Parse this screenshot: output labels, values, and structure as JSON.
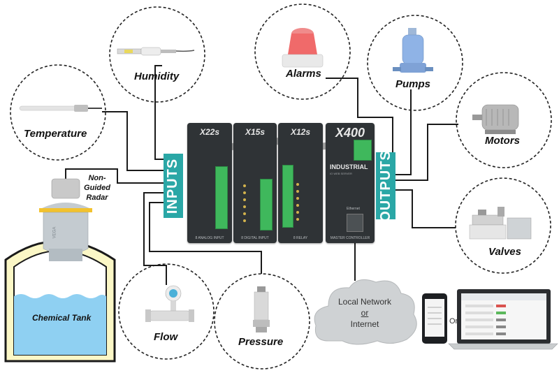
{
  "inputs": {
    "bar_label": "INPUTS",
    "items": [
      {
        "label": "Humidity"
      },
      {
        "label": "Temperature"
      },
      {
        "label": "Flow"
      },
      {
        "label": "Pressure"
      }
    ],
    "radar_label_line1": "Non-",
    "radar_label_line2": "Guided",
    "radar_label_line3": "Radar",
    "radar_brand": "VEGA",
    "tank_label": "Chemical Tank"
  },
  "outputs": {
    "bar_label": "OUTPUTS",
    "items": [
      {
        "label": "Alarms"
      },
      {
        "label": "Pumps"
      },
      {
        "label": "Motors"
      },
      {
        "label": "Valves"
      }
    ]
  },
  "modules": [
    {
      "title": "X22s",
      "footer": "8 ANALOG INPUT"
    },
    {
      "title": "X15s",
      "footer": "8 DIGITAL INPUT"
    },
    {
      "title": "X12s",
      "footer": "8 RELAY"
    },
    {
      "title": "X400",
      "footer": "MASTER CONTROLLER",
      "brand": "INDUSTRIAL",
      "brand_sub": "IO WEB SERVER",
      "port_label": "Ethernet"
    }
  ],
  "network": {
    "line1": "Local Network",
    "line2": "or",
    "line3": "Internet",
    "or_label": "Or"
  },
  "colors": {
    "accent": "#2aa7a6",
    "wire": "#1a1a1a",
    "tank_fill": "#fbf7c6",
    "water": "#8fd0f2"
  }
}
